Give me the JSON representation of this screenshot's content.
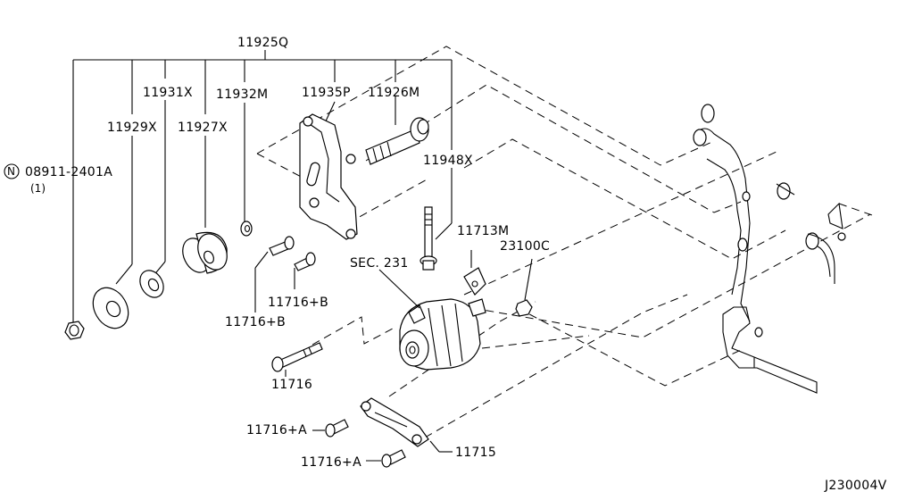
{
  "diagram_id": "J230004V",
  "callouts": {
    "kit": "11925Q",
    "idler_931": "11931X",
    "washer_932": "11932M",
    "pulley_929": "11929X",
    "pulley_927": "11927X",
    "bracket": "11935P",
    "bolt_926": "11926M",
    "bolt_948": "11948X",
    "nut_prefix": "N",
    "nut": "08911-2401A",
    "nut_qty": "(1)",
    "spacer_713": "11713M",
    "alternator": "23100C",
    "section": "SEC. 231",
    "bolt_b_upper": "11716+B",
    "bolt_b_lower": "11716+B",
    "long_bolt": "11716",
    "bolt_a_upper": "11716+A",
    "bolt_a_lower": "11716+A",
    "adjust_bar": "11715"
  }
}
